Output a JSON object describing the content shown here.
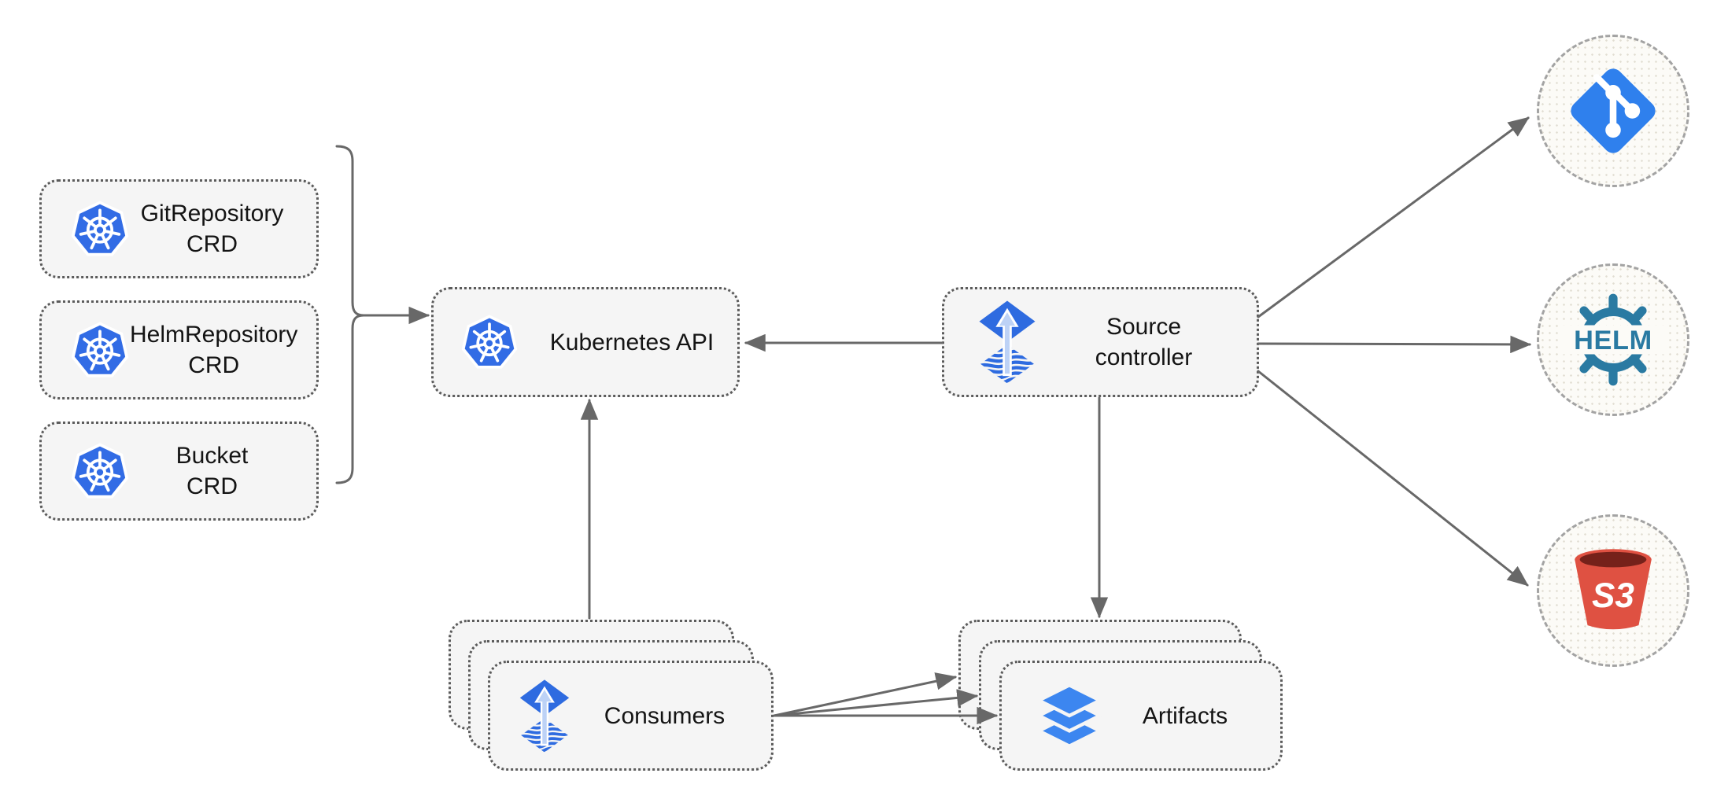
{
  "colors": {
    "kubernetes_blue": "#326CE5",
    "flux_blue": "#2E6BE0",
    "flux_arrow_light": "#BDD2F6",
    "git_blue": "#2F80ED",
    "helm_teal": "#2A7AA2",
    "s3_red": "#DF5142",
    "s3_dark": "#75211A",
    "layers_blue": "#3C86F0",
    "line_gray": "#686868",
    "node_bg": "#F5F5F5",
    "circle_bg": "#FCFBF7",
    "text_color": "#141414"
  },
  "nodes": {
    "crd_boxes": [
      {
        "line1": "GitRepository",
        "line2": "CRD",
        "icon": "kubernetes-icon"
      },
      {
        "line1": "HelmRepository",
        "line2": "CRD",
        "icon": "kubernetes-icon"
      },
      {
        "line1": "Bucket",
        "line2": "CRD",
        "icon": "kubernetes-icon"
      }
    ],
    "kubernetes_api": {
      "label": "Kubernetes API",
      "icon": "kubernetes-icon"
    },
    "source_controller": {
      "line1": "Source",
      "line2": "controller",
      "icon": "flux-icon"
    },
    "consumers": {
      "label": "Consumers",
      "icon": "flux-icon",
      "stack_count": 3
    },
    "artifacts": {
      "label": "Artifacts",
      "icon": "layers-icon",
      "stack_count": 3
    },
    "endpoints": [
      {
        "name": "git",
        "icon": "git-icon",
        "icon_text": ""
      },
      {
        "name": "helm",
        "icon": "helm-icon",
        "icon_text": "HELM"
      },
      {
        "name": "s3",
        "icon": "s3-bucket-icon",
        "icon_text": "S3"
      }
    ]
  },
  "edges": [
    {
      "from": "crd-group-bracket",
      "to": "kubernetes-api",
      "type": "arrow"
    },
    {
      "from": "source-controller",
      "to": "kubernetes-api",
      "type": "arrow"
    },
    {
      "from": "consumers",
      "to": "kubernetes-api",
      "type": "arrow"
    },
    {
      "from": "source-controller",
      "to": "artifacts",
      "type": "arrow"
    },
    {
      "from": "source-controller",
      "to": "git-endpoint",
      "type": "arrow"
    },
    {
      "from": "source-controller",
      "to": "helm-endpoint",
      "type": "arrow"
    },
    {
      "from": "source-controller",
      "to": "s3-endpoint",
      "type": "arrow"
    },
    {
      "from": "consumers",
      "to": "artifacts",
      "type": "arrow",
      "count": 3
    }
  ]
}
